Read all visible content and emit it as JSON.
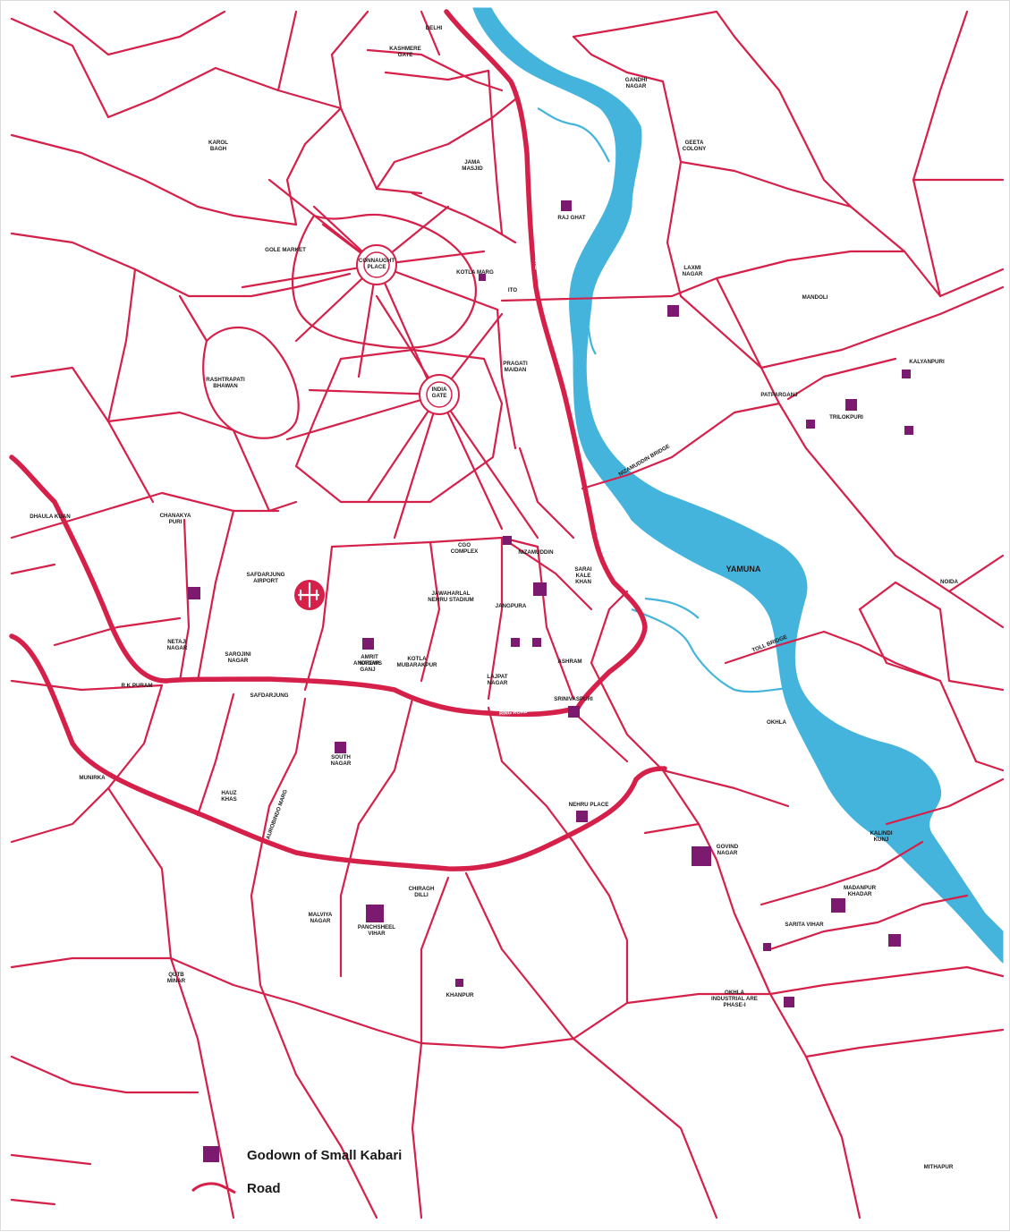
{
  "map": {
    "river_label": "YAMUNA",
    "colors": {
      "road": "#d5204a",
      "river": "#45b4dc",
      "godown": "#7b1a6e",
      "airport": "#d5204a"
    },
    "places": [
      {
        "name": "place-delhi-gate",
        "lines": [
          "DELHI"
        ]
      },
      {
        "name": "place-kashmere-gate",
        "lines": [
          "KASHMERE",
          "GATE"
        ]
      },
      {
        "name": "place-gandhi-nagar",
        "lines": [
          "GANDHI",
          "NAGAR"
        ]
      },
      {
        "name": "place-geeta-colony",
        "lines": [
          "GEETA",
          "COLONY"
        ]
      },
      {
        "name": "place-karol-bagh",
        "lines": [
          "KAROL",
          "BAGH"
        ]
      },
      {
        "name": "place-jama-masjid",
        "lines": [
          "JAMA",
          "MASJID"
        ]
      },
      {
        "name": "place-raj-ghat",
        "lines": [
          "RAJ GHAT"
        ]
      },
      {
        "name": "place-gole-market",
        "lines": [
          "GOLE MARKET"
        ]
      },
      {
        "name": "place-connaught-place",
        "lines": [
          "CONNAUGHT",
          "PLACE"
        ]
      },
      {
        "name": "place-kotla-marg",
        "lines": [
          "KOTLA MARG"
        ]
      },
      {
        "name": "place-ito",
        "lines": [
          "ITO"
        ]
      },
      {
        "name": "place-laxmi-nagar",
        "lines": [
          "LAXMI",
          "NAGAR"
        ]
      },
      {
        "name": "place-mandoli",
        "lines": [
          "MANDOLI"
        ]
      },
      {
        "name": "place-rashtrapati-bhawan",
        "lines": [
          "RASHTRAPATI",
          "BHAWAN"
        ]
      },
      {
        "name": "place-pragati-maidan",
        "lines": [
          "PRAGATI",
          "MAIDAN"
        ]
      },
      {
        "name": "place-india-gate",
        "lines": [
          "INDIA",
          "GATE"
        ]
      },
      {
        "name": "place-kalyanpuri",
        "lines": [
          "KALYANPURI"
        ]
      },
      {
        "name": "place-patparganj",
        "lines": [
          "PATPARGANJ"
        ]
      },
      {
        "name": "place-trilokpuri",
        "lines": [
          "TRILOKPURI"
        ]
      },
      {
        "name": "place-dhaula-kuan",
        "lines": [
          "DHAULA KUAN"
        ]
      },
      {
        "name": "place-chanakya-puri",
        "lines": [
          "CHANAKYA",
          "PURI"
        ]
      },
      {
        "name": "place-cgo-complex",
        "lines": [
          "CGO",
          "COMPLEX"
        ]
      },
      {
        "name": "place-nizamuddin",
        "lines": [
          "NIZAMUDDIN"
        ]
      },
      {
        "name": "place-sarai-kale-khan",
        "lines": [
          "SARAI",
          "KALE",
          "KHAN"
        ]
      },
      {
        "name": "place-safdarjung-airport",
        "lines": [
          "SAFDARJUNG",
          "AIRPORT"
        ]
      },
      {
        "name": "place-jawaharlal-nehru-stadium",
        "lines": [
          "JAWAHARLAL",
          "NEHRU STADIUM"
        ]
      },
      {
        "name": "place-jangpura",
        "lines": [
          "JANGPURA"
        ]
      },
      {
        "name": "place-noida",
        "lines": [
          "NOIDA"
        ]
      },
      {
        "name": "place-netaji-nagar",
        "lines": [
          "NETAJI",
          "NAGAR"
        ]
      },
      {
        "name": "place-sarojini-nagar",
        "lines": [
          "SAROJINI",
          "NAGAR"
        ]
      },
      {
        "name": "place-andrews-ganj",
        "lines": [
          "ANDREWS",
          "GANJ"
        ]
      },
      {
        "name": "place-amrit-nagar",
        "lines": [
          "AMRIT",
          "NAGAR"
        ]
      },
      {
        "name": "place-kotla-mubarakpur",
        "lines": [
          "KOTLA",
          "MUBARAKPUR"
        ]
      },
      {
        "name": "place-ashram",
        "lines": [
          "ASHRAM"
        ]
      },
      {
        "name": "place-lajpat-nagar",
        "lines": [
          "LAJPAT",
          "NAGAR"
        ]
      },
      {
        "name": "place-rk-puram",
        "lines": [
          "R K PURAM"
        ]
      },
      {
        "name": "place-safdarjung",
        "lines": [
          "SAFDARJUNG"
        ]
      },
      {
        "name": "place-srinivaspuri",
        "lines": [
          "SRINIVASPURI"
        ]
      },
      {
        "name": "place-okhla",
        "lines": [
          "OKHLA"
        ]
      },
      {
        "name": "place-south-ex",
        "lines": [
          "SOUTH",
          "NAGAR"
        ]
      },
      {
        "name": "place-munirka",
        "lines": [
          "MUNIRKA"
        ]
      },
      {
        "name": "place-hauz-khas",
        "lines": [
          "HAUZ",
          "KHAS"
        ]
      },
      {
        "name": "place-nehru-place",
        "lines": [
          "NEHRU PLACE"
        ]
      },
      {
        "name": "place-kalindi-kunj",
        "lines": [
          "KALINDI",
          "KUNJ"
        ]
      },
      {
        "name": "place-sarita-vihar",
        "lines": [
          "SARITA VIHAR"
        ]
      },
      {
        "name": "place-madanpur-khadar",
        "lines": [
          "MADANPUR",
          "KHADAR"
        ]
      },
      {
        "name": "place-govindpuri",
        "lines": [
          "GOVIND",
          "NAGAR"
        ]
      },
      {
        "name": "place-chirag-dilli",
        "lines": [
          "CHIRAGH",
          "DILLI"
        ]
      },
      {
        "name": "place-malviya-nagar",
        "lines": [
          "MALVIYA",
          "NAGAR"
        ]
      },
      {
        "name": "place-panchsheel-vihar",
        "lines": [
          "PANCHSHEEL",
          "VIHAR"
        ]
      },
      {
        "name": "place-qutb-minar",
        "lines": [
          "QUTB",
          "MINAR"
        ]
      },
      {
        "name": "place-khanpur",
        "lines": [
          "KHANPUR"
        ]
      },
      {
        "name": "place-okhla-industrial",
        "lines": [
          "OKHLA",
          "INDUSTRIAL ARE",
          "PHASE-I"
        ]
      },
      {
        "name": "place-mithapur",
        "lines": [
          "MITHAPUR"
        ]
      }
    ],
    "road_names": [
      {
        "name": "road-label-ring-road-east",
        "text": "RING ROAD"
      },
      {
        "name": "road-label-ring-road-south",
        "text": "RING ROAD"
      },
      {
        "name": "road-label-nh-road",
        "text": "RING ROAD"
      },
      {
        "name": "road-label-nizamuddin-bridge",
        "text": "NIZAMUDDIN BRIDGE"
      },
      {
        "name": "road-label-toll-bridge",
        "text": "TOLL BRIDGE"
      },
      {
        "name": "road-label-aurobindo-marg",
        "text": "AUROBINDO MARG"
      }
    ]
  },
  "legend": {
    "items": [
      {
        "label": "Godown of Small Kabari",
        "icon": "godown-square-icon"
      },
      {
        "label": "Road",
        "icon": "road-line-icon"
      }
    ]
  }
}
